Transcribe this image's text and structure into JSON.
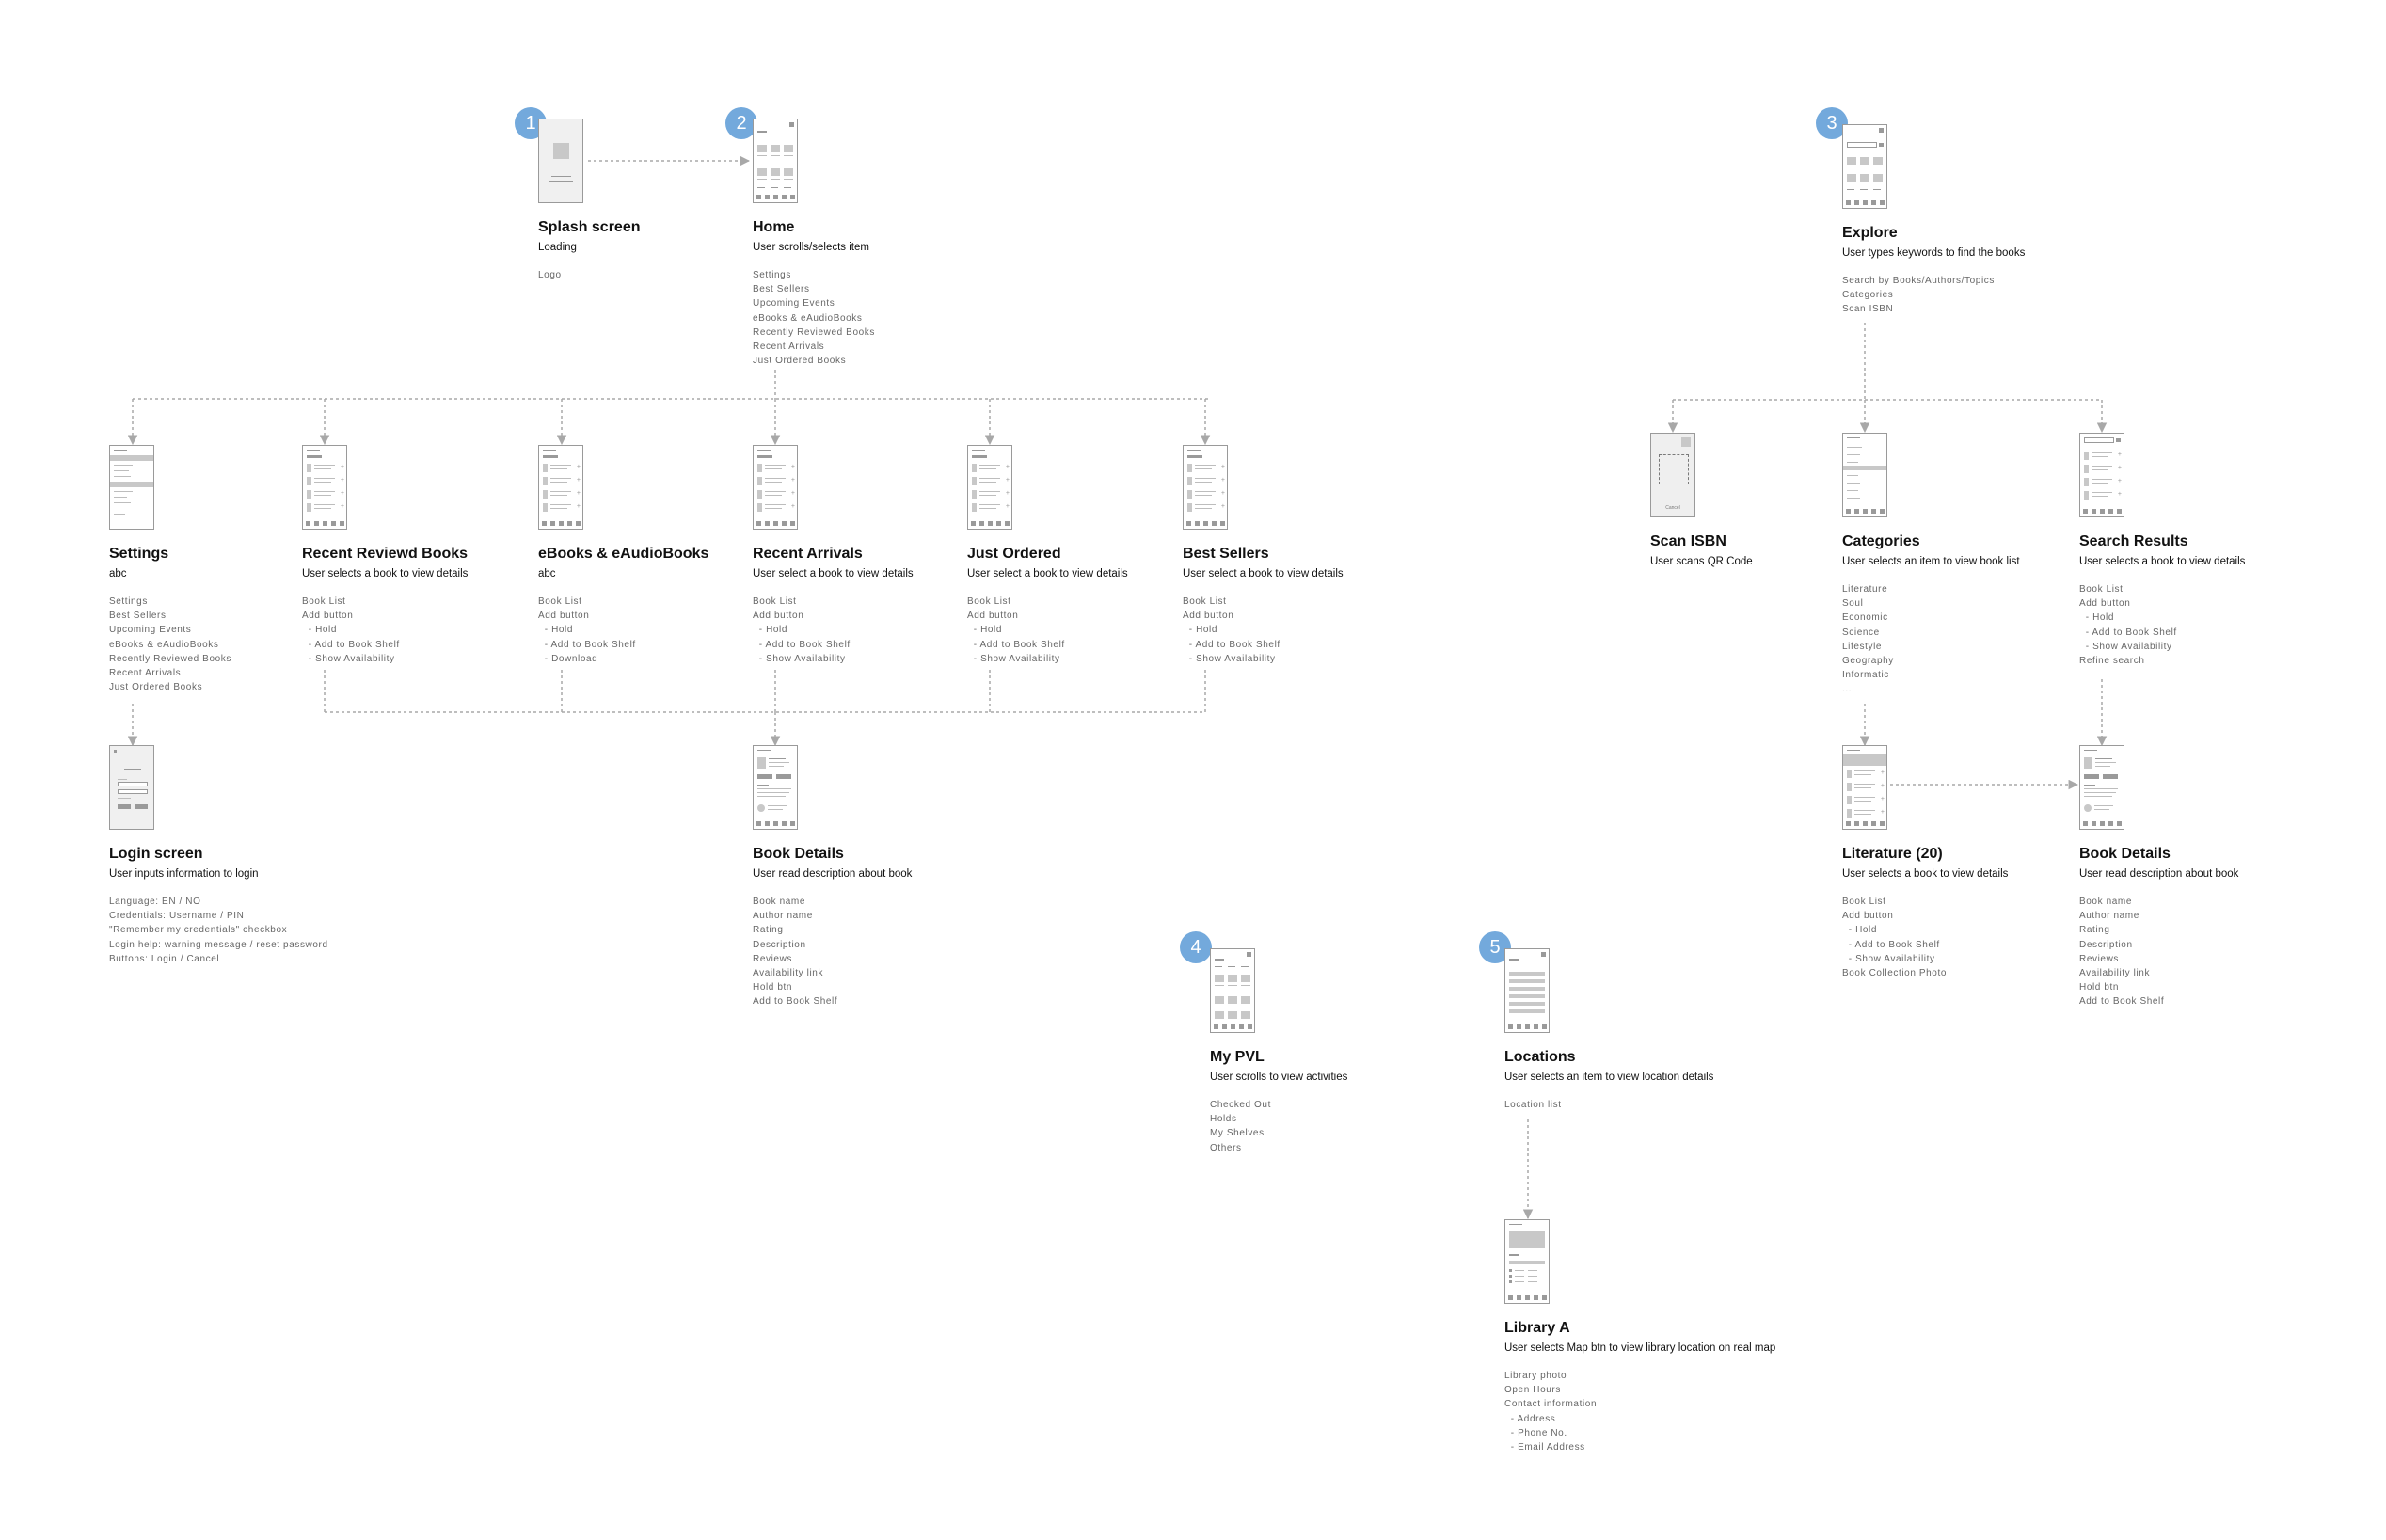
{
  "badges": {
    "b1": "1",
    "b2": "2",
    "b3": "3",
    "b4": "4",
    "b5": "5"
  },
  "nodes": {
    "splash": {
      "title": "Splash screen",
      "subtitle": "Loading",
      "details": [
        "Logo"
      ]
    },
    "home": {
      "title": "Home",
      "subtitle": "User scrolls/selects item",
      "details": [
        "Settings",
        "Best Sellers",
        "Upcoming Events",
        "eBooks & eAudioBooks",
        "Recently Reviewed Books",
        "Recent Arrivals",
        "Just Ordered Books"
      ]
    },
    "explore": {
      "title": "Explore",
      "subtitle": "User types keywords to find the books",
      "details": [
        "Search by Books/Authors/Topics",
        "Categories",
        "Scan ISBN"
      ]
    },
    "settings": {
      "title": "Settings",
      "subtitle": "abc",
      "details": [
        "Settings",
        "Best Sellers",
        "Upcoming Events",
        "eBooks & eAudioBooks",
        "Recently Reviewed Books",
        "Recent Arrivals",
        "Just Ordered Books"
      ]
    },
    "recent_reviewed": {
      "title": "Recent Reviewd Books",
      "subtitle": "User selects a book to view details",
      "details": [
        "Book List",
        "Add button",
        "  - Hold",
        "  - Add to Book Shelf",
        "  - Show Availability"
      ]
    },
    "ebooks": {
      "title": "eBooks & eAudioBooks",
      "subtitle": "abc",
      "details": [
        "Book List",
        "Add button",
        "  - Hold",
        "  - Add to Book Shelf",
        "  - Download"
      ]
    },
    "recent_arrivals": {
      "title": "Recent Arrivals",
      "subtitle": "User select a book to view details",
      "details": [
        "Book List",
        "Add button",
        "  - Hold",
        "  - Add to Book Shelf",
        "  - Show Availability"
      ]
    },
    "just_ordered": {
      "title": "Just Ordered",
      "subtitle": "User select a book to view details",
      "details": [
        "Book List",
        "Add button",
        "  - Hold",
        "  - Add to Book Shelf",
        "  - Show Availability"
      ]
    },
    "best_sellers": {
      "title": "Best Sellers",
      "subtitle": "User select a book to view details",
      "details": [
        "Book List",
        "Add button",
        "  - Hold",
        "  - Add to Book Shelf",
        "  - Show Availability"
      ]
    },
    "scan_isbn": {
      "title": "Scan ISBN",
      "subtitle": "User scans QR Code",
      "details": [],
      "thumb_label": "Cancel"
    },
    "categories": {
      "title": "Categories",
      "subtitle": "User selects an item to view book list",
      "details": [
        "Literature",
        "Soul",
        "Economic",
        "Science",
        "Lifestyle",
        "Geography",
        "Informatic",
        "..."
      ]
    },
    "search_results": {
      "title": "Search Results",
      "subtitle": "User selects a book to view details",
      "details": [
        "Book List",
        "Add button",
        "  - Hold",
        "  - Add to Book Shelf",
        "  - Show Availability",
        "Refine search"
      ]
    },
    "login": {
      "title": "Login screen",
      "subtitle": "User inputs information to login",
      "details": [
        "Language: EN / NO",
        "Credentials: Username / PIN",
        "\"Remember my credentials\" checkbox",
        "Login help: warning message / reset password",
        "Buttons: Login / Cancel"
      ]
    },
    "book_details": {
      "title": "Book Details",
      "subtitle": "User read description about book",
      "details": [
        "Book name",
        "Author name",
        "Rating",
        "Description",
        "Reviews",
        "Availability link",
        "Hold btn",
        "Add to Book Shelf"
      ]
    },
    "literature": {
      "title": "Literature (20)",
      "subtitle": "User selects a book to view details",
      "details": [
        "Book List",
        "Add button",
        "  - Hold",
        "  - Add to Book Shelf",
        "  - Show Availability",
        "Book Collection Photo"
      ]
    },
    "book_details_2": {
      "title": "Book Details",
      "subtitle": "User read description about book",
      "details": [
        "Book name",
        "Author name",
        "Rating",
        "Description",
        "Reviews",
        "Availability link",
        "Hold btn",
        "Add to Book Shelf"
      ]
    },
    "my_pvl": {
      "title": "My PVL",
      "subtitle": "User scrolls to view activities",
      "details": [
        "Checked Out",
        "Holds",
        "My Shelves",
        "Others"
      ]
    },
    "locations": {
      "title": "Locations",
      "subtitle": "User selects an item to view location details",
      "details": [
        "Location list"
      ]
    },
    "library_a": {
      "title": "Library A",
      "subtitle": "User selects Map btn to view library location on real map",
      "details": [
        "Library photo",
        "Open Hours",
        "Contact information",
        "  - Address",
        "  - Phone No.",
        "  - Email Address"
      ]
    }
  },
  "colors": {
    "badge": "#73a9dc",
    "connector": "#a8a8a8",
    "wireframe": "#9a9a9a",
    "title": "#111111",
    "detail": "#666666"
  }
}
